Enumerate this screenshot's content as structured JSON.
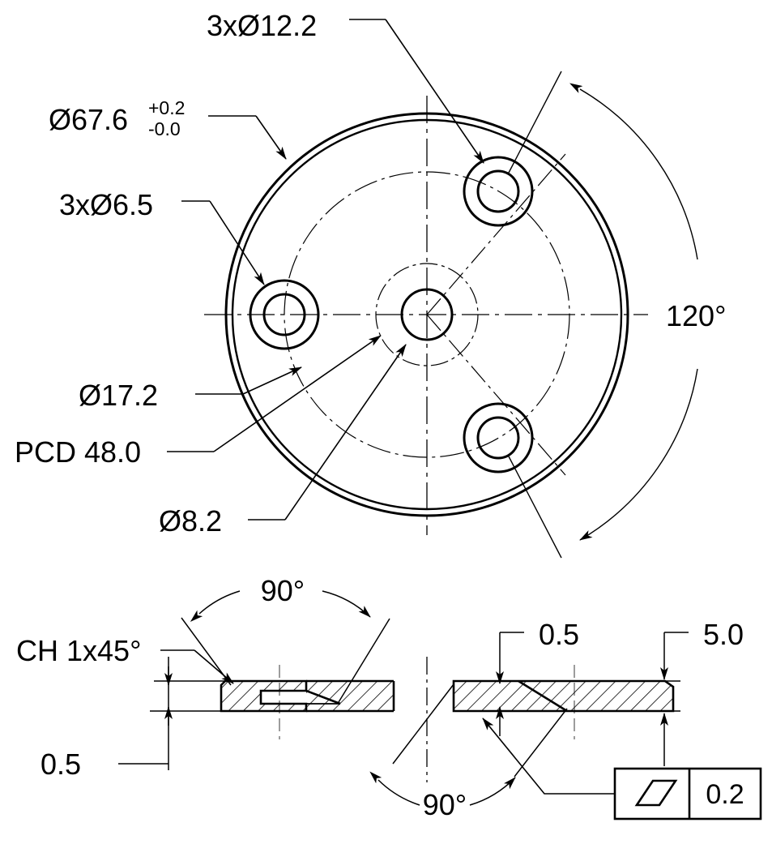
{
  "drawing": {
    "type": "mechanical-engineering-part-drawing",
    "subject": "circular flange / disc with 3 countersunk bolt holes on a pitch circle",
    "views": [
      {
        "name": "plan-view",
        "label": "top view (circular face)"
      },
      {
        "name": "section-view",
        "label": "sectioned side / edge view"
      }
    ],
    "line_color": "#000000",
    "background_color": "#ffffff"
  },
  "plan_view": {
    "callouts": {
      "counterbore_holes": "3xØ12.2",
      "outer_diameter": "Ø67.6",
      "outer_diameter_tol_upper": "+0.2",
      "outer_diameter_tol_lower": "-0.0",
      "through_holes": "3xØ6.5",
      "center_counterbore": "Ø17.2",
      "pitch_circle": "PCD 48.0",
      "center_hole": "Ø8.2",
      "hole_spacing_angle": "120°"
    }
  },
  "section_view": {
    "callouts": {
      "chamfer": "CH 1x45°",
      "countersink_angle_top": "90°",
      "countersink_angle_bottom": "90°",
      "edge_height": "0.5",
      "counterbore_depth": "0.5",
      "thickness": "5.0"
    },
    "feature_control_frame": {
      "symbol": "parallelism-symbol",
      "symbol_shape": "parallelogram",
      "tolerance": "0.2"
    }
  },
  "dimension_values": {
    "outer_diameter_mm": 67.6,
    "counterbore_diameter_mm": 12.2,
    "through_hole_diameter_mm": 6.5,
    "center_counterbore_diameter_mm": 17.2,
    "center_hole_diameter_mm": 8.2,
    "pitch_circle_diameter_mm": 48.0,
    "thickness_mm": 5.0,
    "counterbore_depth_mm": 0.5,
    "edge_height_mm": 0.5,
    "chamfer": "1x45",
    "countersink_angle_deg": 90,
    "hole_spacing_deg": 120,
    "parallelism_tolerance_mm": 0.2
  }
}
